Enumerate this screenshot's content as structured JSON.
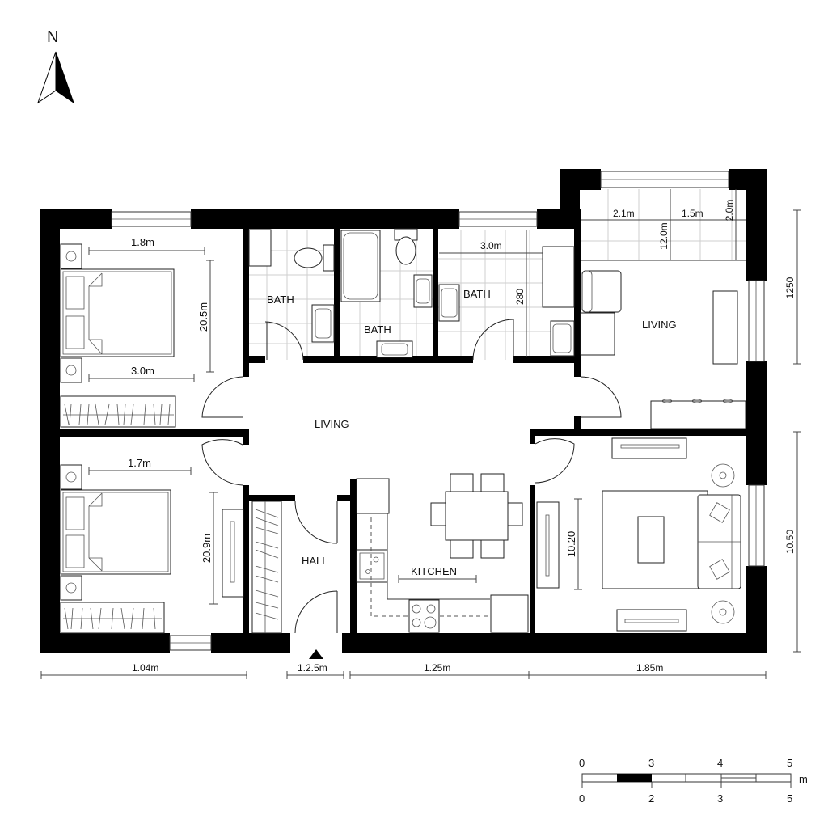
{
  "compass": {
    "label": "N"
  },
  "rooms": {
    "bedroom_top": {
      "width_label": "1.8m",
      "depth_label": "20.5m",
      "bed_label": "3.0m"
    },
    "bath_left": {
      "label": "BATH"
    },
    "bath_middle": {
      "label": "BATH"
    },
    "bath_right": {
      "label": "BATH",
      "width_label": "3.0m",
      "depth_label": "280"
    },
    "living_top_right": {
      "label": "LIVING",
      "dim_a": "2.1m",
      "dim_b": "1.5m",
      "dim_c": "2.0m",
      "dim_d": "12.0m"
    },
    "living_center": {
      "label": "LIVING"
    },
    "bedroom_bottom": {
      "width_label": "1.7m",
      "depth_label": "20.9m"
    },
    "hall": {
      "label": "HALL"
    },
    "kitchen": {
      "label": "KITCHEN"
    },
    "living_bottom_right": {
      "depth_label": "10.20"
    }
  },
  "dimensions": {
    "bottom": [
      "1.04m",
      "1.2.5m",
      "1.25m",
      "1.85m"
    ],
    "right": [
      "1250",
      "10.50"
    ]
  },
  "scale_bar": {
    "top_ticks": [
      "0",
      "3",
      "4",
      "5"
    ],
    "bottom_ticks": [
      "0",
      "2",
      "3",
      "5"
    ],
    "unit": "m"
  }
}
